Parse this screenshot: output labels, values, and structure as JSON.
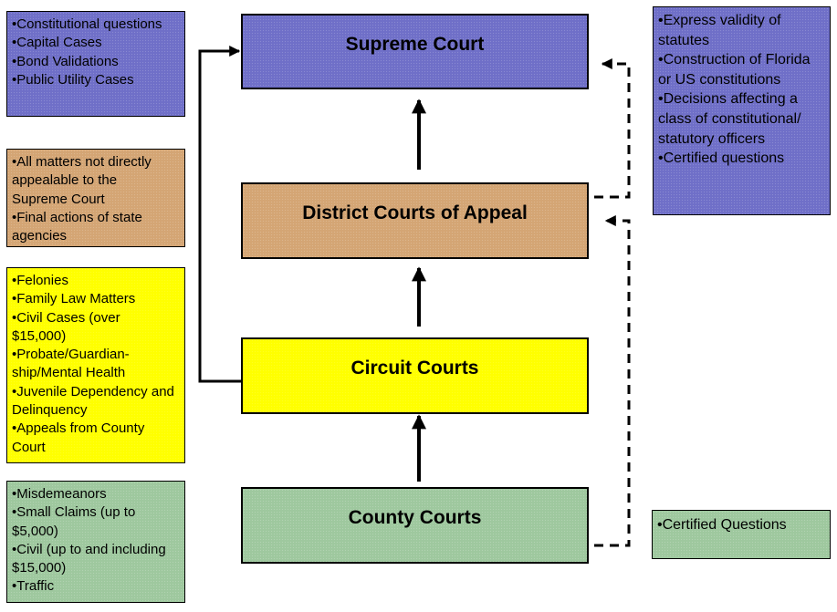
{
  "courts": {
    "supreme": "Supreme Court",
    "district": "District Courts of Appeal",
    "circuit": "Circuit Courts",
    "county": "County Courts"
  },
  "notes": {
    "supreme_jurisdiction": [
      "•Constitutional questions",
      "•Capital Cases",
      "•Bond Validations",
      "•Public Utility Cases"
    ],
    "supreme_discretionary": [
      "•Express validity of statutes",
      "•Construction of Florida or US constitutions",
      "•Decisions affecting a class of constitutional/ statutory officers",
      "•Certified questions"
    ],
    "district_jurisdiction": [
      "•All matters not directly appealable to the Supreme Court",
      "•Final actions of state agencies"
    ],
    "circuit_jurisdiction": [
      "•Felonies",
      "•Family Law Matters",
      "•Civil Cases (over $15,000)",
      "•Probate/Guardian-ship/Mental Health",
      "•Juvenile Dependency and Delinquency",
      "•Appeals from County Court"
    ],
    "county_jurisdiction": [
      "•Misdemeanors",
      "•Small Claims (up to $5,000)",
      "•Civil (up to and including $15,000)",
      "•Traffic"
    ],
    "county_certified": [
      "•Certified Questions"
    ]
  },
  "colors": {
    "supreme": "#6f6fc8",
    "district": "#d4a574",
    "circuit": "#ffff00",
    "county": "#9ec89e"
  }
}
